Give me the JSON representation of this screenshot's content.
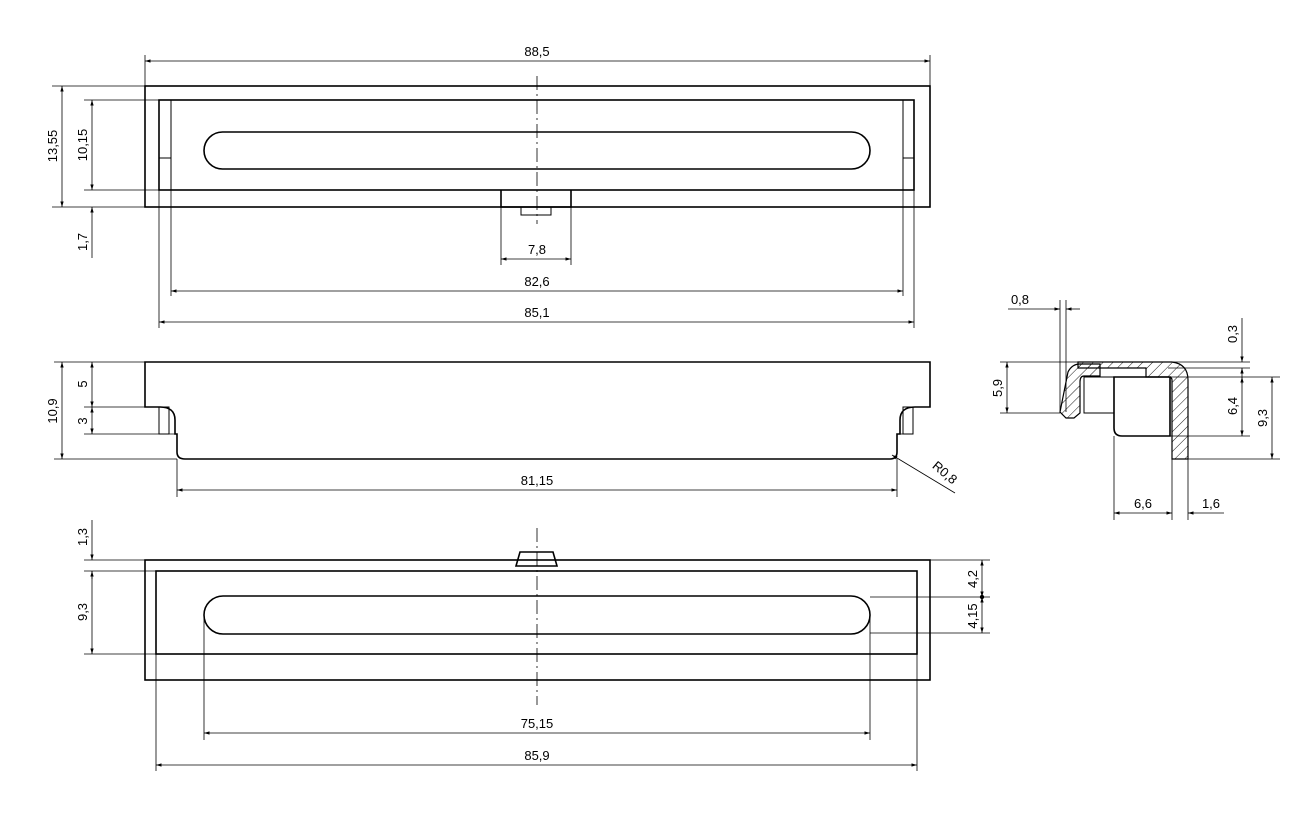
{
  "drawing": {
    "top_view": {
      "overall_length": "88,5",
      "inner_length_a": "85,1",
      "inner_length_b": "82,6",
      "tab_width": "7,8",
      "overall_height": "13,55",
      "inner_height": "10,15",
      "tab_height": "1,7"
    },
    "side_view": {
      "overall_height": "10,9",
      "top_step": "5",
      "lower_step": "3",
      "bottom_length": "81,15",
      "radius": "R0,8"
    },
    "bottom_view": {
      "tab_height": "1,3",
      "inner_height": "9,3",
      "slot_length": "75,15",
      "inner_length": "85,9",
      "half_upper": "4,2",
      "half_lower": "4,15"
    },
    "section_view": {
      "wall_thickness": "0,8",
      "top_thickness": "0,3",
      "inner_depth": "5,9",
      "mid_depth": "6,4",
      "total_depth": "9,3",
      "inner_width": "6,6",
      "outer_wall": "1,6"
    }
  }
}
